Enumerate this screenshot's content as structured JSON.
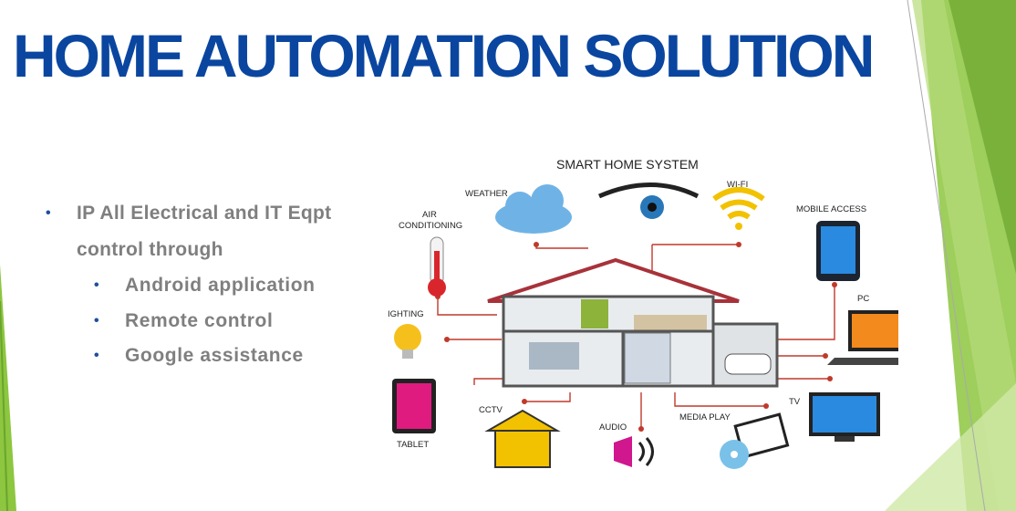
{
  "title": "HOME AUTOMATION SOLUTION",
  "bullets": {
    "main": "IP All Electrical  and IT Eqpt control  through",
    "sub": [
      "Android  application",
      "Remote  control",
      "Google  assistance"
    ]
  },
  "diagram": {
    "title": "SMART HOME SYSTEM",
    "labels": {
      "weather": "WEATHER",
      "air_line1": "AIR",
      "air_line2": "CONDITIONING",
      "wifi": "WI-FI",
      "mobile": "MOBILE ACCESS",
      "pc": "PC",
      "lighting": "IGHTING",
      "tv": "TV",
      "tablet": "TABLET",
      "cctv": "CCTV",
      "audio": "AUDIO",
      "media": "MEDIA PLAY"
    }
  },
  "colors": {
    "title": "#0a46a0",
    "bullet_text": "#7f7f7f",
    "accent_green": "#8dc63f",
    "connector": "#c0392b"
  }
}
